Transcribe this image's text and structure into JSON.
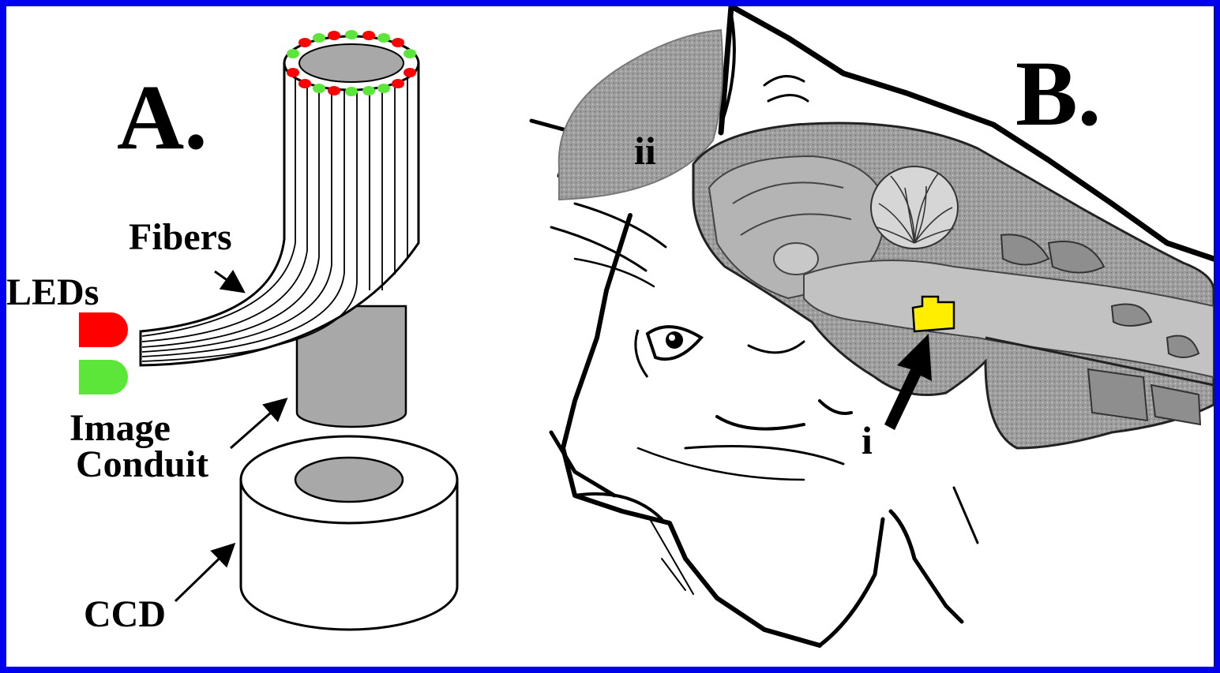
{
  "panel_a": {
    "label": "A.",
    "fibers_label": "Fibers",
    "leds_label": "LEDs",
    "image_conduit_label_line1": "Image",
    "image_conduit_label_line2": "Conduit",
    "ccd_label": "CCD",
    "led_colors": [
      "#ff0000",
      "#5ce63a"
    ],
    "fiber_tip_colors": [
      "#ff0000",
      "#5ce63a"
    ]
  },
  "panel_b": {
    "label": "B.",
    "marker_i": "i",
    "marker_ii": "ii",
    "implant_color": "#ffee00"
  },
  "colors": {
    "border": "#0000ee",
    "shading": "#a8a8a8"
  }
}
